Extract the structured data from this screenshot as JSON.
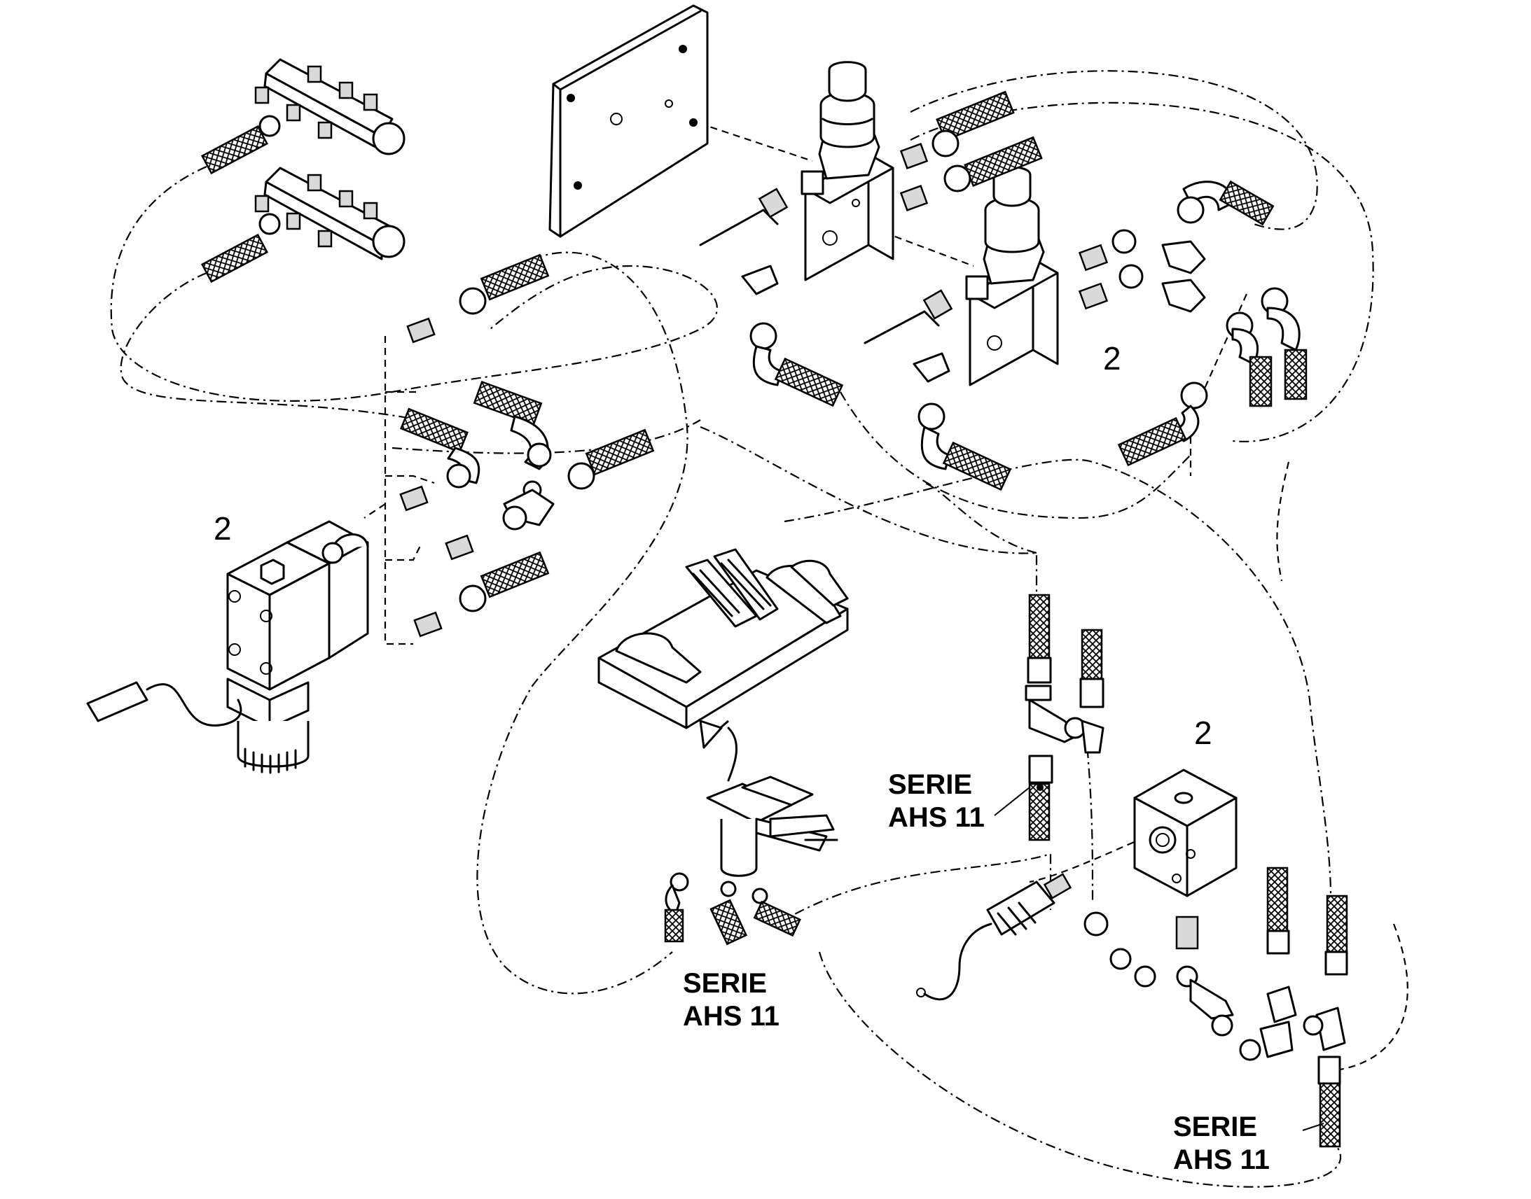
{
  "callouts": {
    "item_left_valve": "2",
    "item_top_right_valve": "2",
    "item_right_block": "2"
  },
  "notes": {
    "serie_center": "SERIE\nAHS 11",
    "serie_bottom_center": "SERIE\nAHS 11",
    "serie_bottom_right": "SERIE\nAHS 11"
  }
}
